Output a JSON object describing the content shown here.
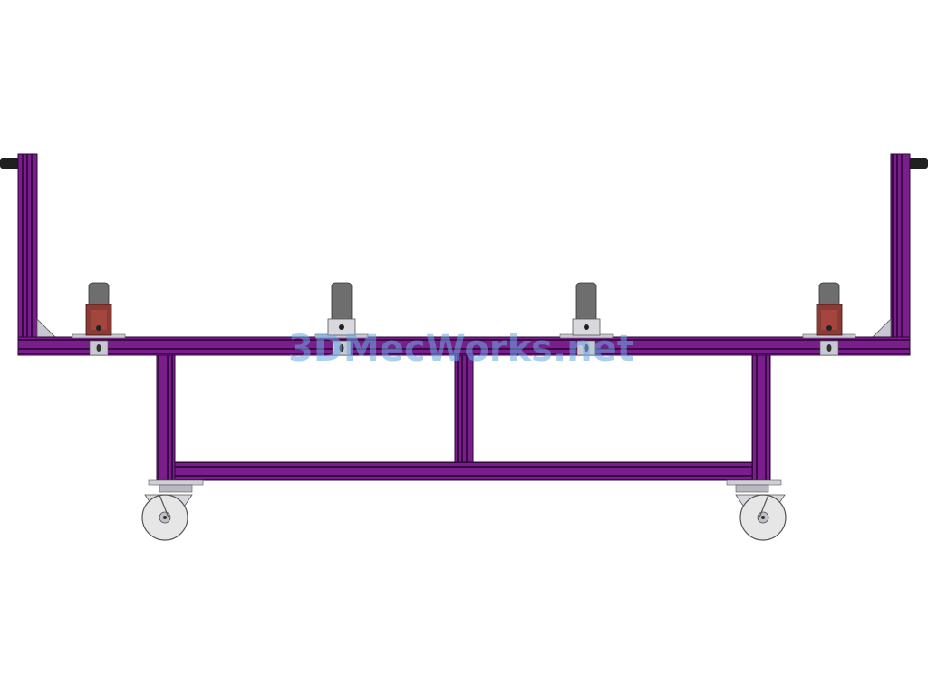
{
  "watermark": {
    "text": "3DMecWorks.net"
  },
  "colors": {
    "frame": "#7a1e8c",
    "frame_dark": "#3c0a48",
    "frame_light": "#a04ab4",
    "clamp_gray": "#6e6e6e",
    "clamp_red": "#8c3a34",
    "bracket": "#c8c8d2",
    "wheel": "#e6e6e6",
    "handle": "#202020",
    "watermark": "#6aa8e6"
  },
  "parts": {
    "clamps": [
      "toggle-clamp-red",
      "toggle-clamp-gray",
      "toggle-clamp-gray",
      "toggle-clamp-red"
    ],
    "casters": [
      "swivel-caster-left",
      "swivel-caster-right"
    ],
    "handles": [
      "handle-left",
      "handle-right"
    ]
  }
}
